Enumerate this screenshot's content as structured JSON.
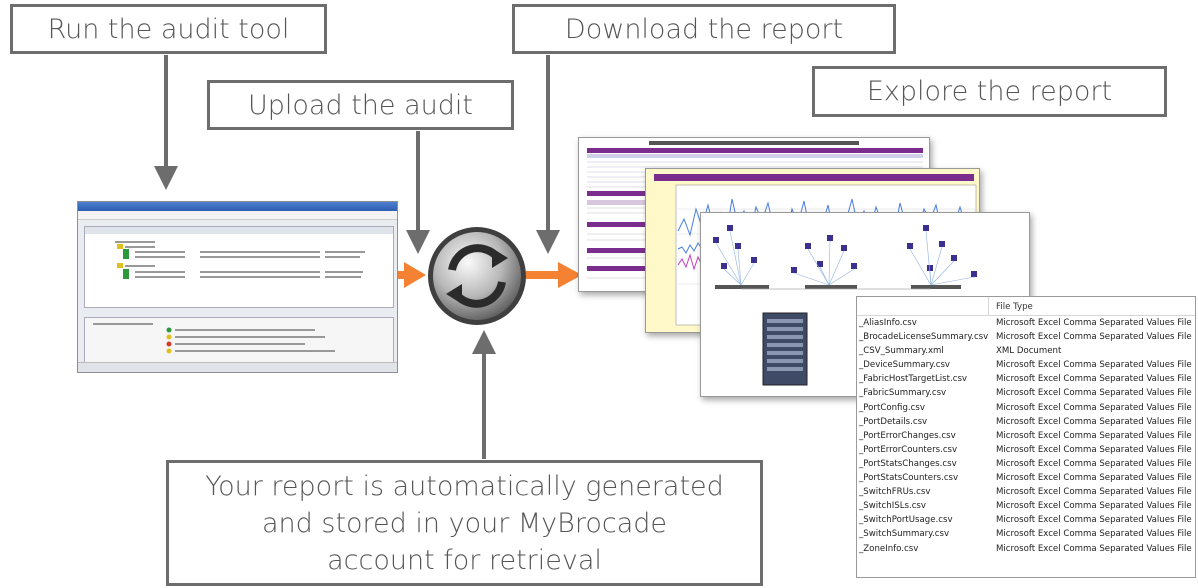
{
  "steps": {
    "run_audit": "Run the audit tool",
    "upload_audit": "Upload the audit",
    "download_report": "Download the report",
    "explore_report": "Explore the report",
    "generated": {
      "line1": "Your report is automatically generated",
      "line2": "and stored in your MyBrocade",
      "line3": "account for retrieval"
    }
  },
  "icons": {
    "sync": "sync-icon"
  },
  "colors": {
    "arrow_gray": "#6d6d6d",
    "flow_orange": "#f58233",
    "report_purple": "#7b2d8e"
  },
  "file_list": {
    "column_header": "File Type",
    "files": [
      {
        "name": "_AliasInfo.csv",
        "type": "Microsoft Excel Comma Separated Values File"
      },
      {
        "name": "_BrocadeLicenseSummary.csv",
        "type": "Microsoft Excel Comma Separated Values File"
      },
      {
        "name": "_CSV_Summary.xml",
        "type": "XML Document"
      },
      {
        "name": "_DeviceSummary.csv",
        "type": "Microsoft Excel Comma Separated Values File"
      },
      {
        "name": "_FabricHostTargetList.csv",
        "type": "Microsoft Excel Comma Separated Values File"
      },
      {
        "name": "_FabricSummary.csv",
        "type": "Microsoft Excel Comma Separated Values File"
      },
      {
        "name": "_PortConfig.csv",
        "type": "Microsoft Excel Comma Separated Values File"
      },
      {
        "name": "_PortDetails.csv",
        "type": "Microsoft Excel Comma Separated Values File"
      },
      {
        "name": "_PortErrorChanges.csv",
        "type": "Microsoft Excel Comma Separated Values File"
      },
      {
        "name": "_PortErrorCounters.csv",
        "type": "Microsoft Excel Comma Separated Values File"
      },
      {
        "name": "_PortStatsChanges.csv",
        "type": "Microsoft Excel Comma Separated Values File"
      },
      {
        "name": "_PortStatsCounters.csv",
        "type": "Microsoft Excel Comma Separated Values File"
      },
      {
        "name": "_SwitchFRUs.csv",
        "type": "Microsoft Excel Comma Separated Values File"
      },
      {
        "name": "_SwitchISLs.csv",
        "type": "Microsoft Excel Comma Separated Values File"
      },
      {
        "name": "_SwitchPortUsage.csv",
        "type": "Microsoft Excel Comma Separated Values File"
      },
      {
        "name": "_SwitchSummary.csv",
        "type": "Microsoft Excel Comma Separated Values File"
      },
      {
        "name": "_ZoneInfo.csv",
        "type": "Microsoft Excel Comma Separated Values File"
      }
    ]
  }
}
